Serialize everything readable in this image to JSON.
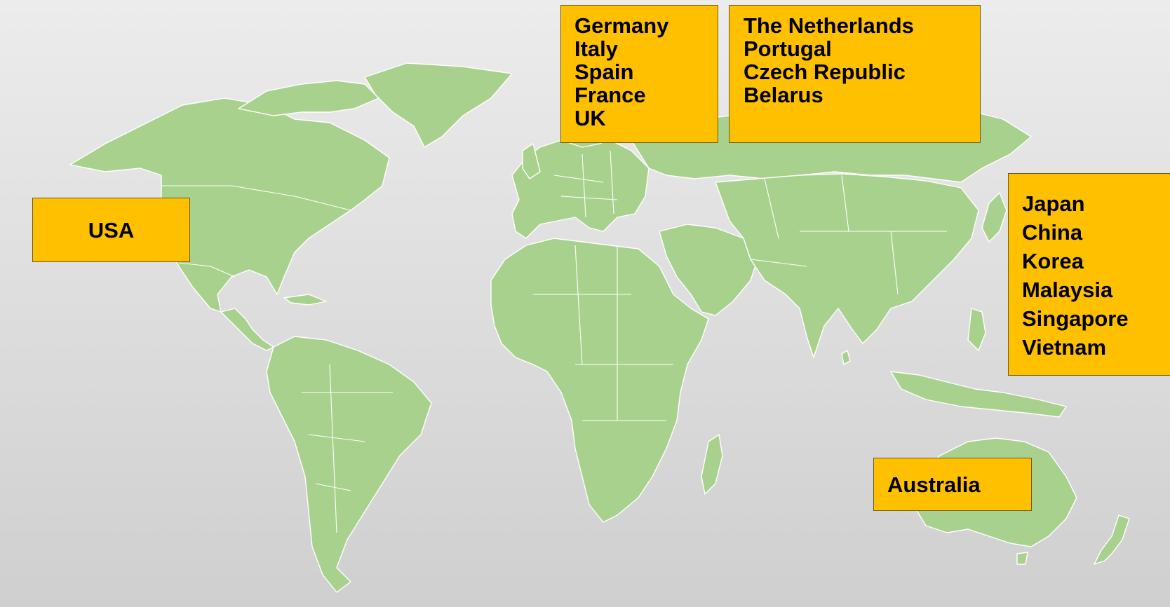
{
  "map": {
    "land_color": "#a9d18e",
    "border_color": "#ffffff",
    "background_color": "#dcdcdc"
  },
  "labels": {
    "usa": {
      "lines": [
        "USA"
      ],
      "color": "#ffc000"
    },
    "europe_group_1": {
      "lines": [
        "Germany",
        "Italy",
        "Spain",
        "France",
        "UK"
      ],
      "color": "#ffc000"
    },
    "europe_group_2": {
      "lines": [
        "The Netherlands",
        "Portugal",
        "Czech Republic",
        "Belarus"
      ],
      "color": "#ffc000"
    },
    "asia": {
      "lines": [
        "Japan",
        "China",
        "Korea",
        "Malaysia",
        "Singapore",
        "Vietnam"
      ],
      "color": "#ffc000"
    },
    "australia": {
      "lines": [
        "Australia"
      ],
      "color": "#ffc000"
    }
  }
}
